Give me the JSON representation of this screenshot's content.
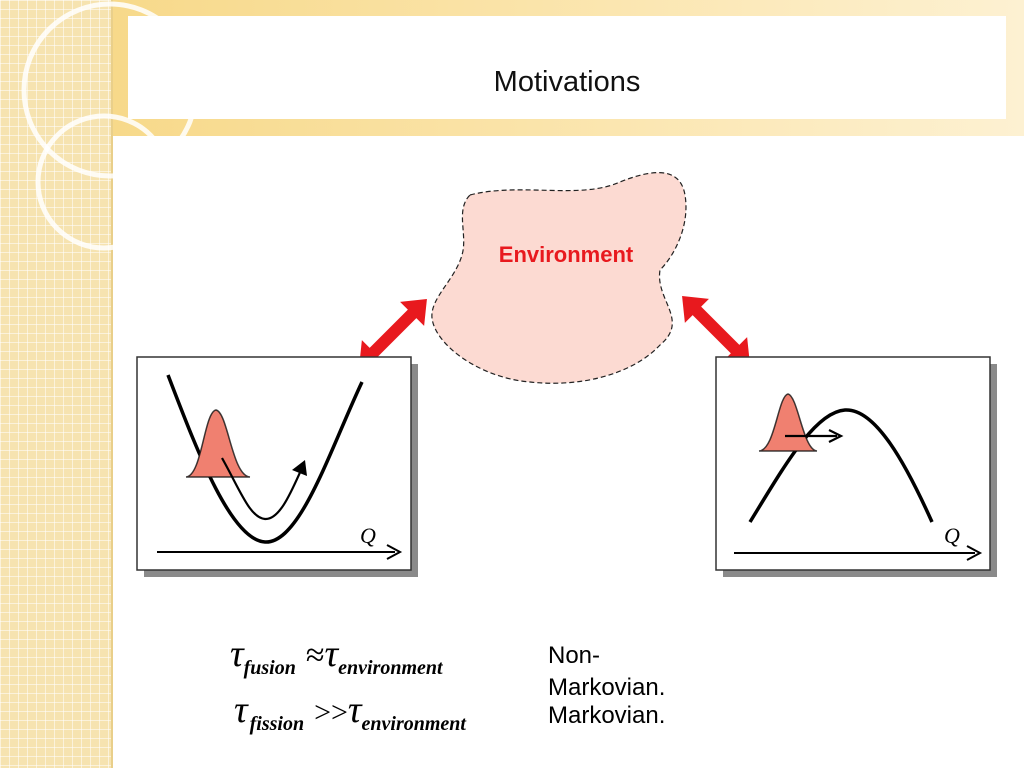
{
  "slide": {
    "title": "Motivations"
  },
  "environment": {
    "label": "Environment",
    "fill": "#fcdad2",
    "label_color": "#e8191e"
  },
  "arrows": {
    "color": "#e8191e"
  },
  "panels": {
    "left": {
      "axis_label": "Q"
    },
    "right": {
      "axis_label": "Q"
    },
    "packet_color": "#f08070"
  },
  "equations": [
    {
      "symbol": "τ",
      "subscript": "fusion",
      "operator": "≈",
      "symbol2": "τ",
      "subscript2": "environment",
      "description": "Non-\nMarkovian."
    },
    {
      "symbol": "τ",
      "subscript": "fission",
      "operator": ">>",
      "symbol2": "τ",
      "subscript2": "environment",
      "description": "Markovian."
    }
  ]
}
